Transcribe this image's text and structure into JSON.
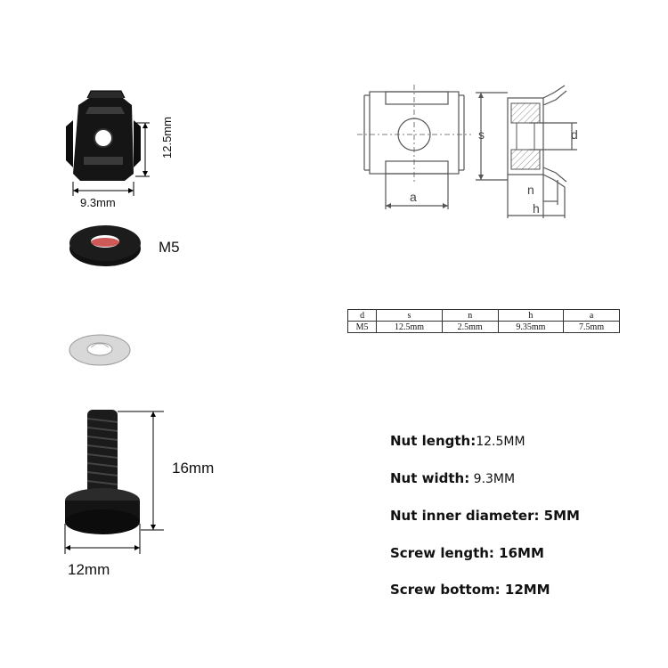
{
  "product_photos": {
    "cage_nut": {
      "width_label": "9.3mm",
      "height_label": "12.5mm",
      "icon": "cage-nut-photo"
    },
    "washer_label": "M5",
    "screw": {
      "length_label": "16mm",
      "bottom_label": "12mm"
    }
  },
  "drawing": {
    "front_view_labels": {
      "s": "s",
      "a": "a"
    },
    "side_view_labels": {
      "d": "d",
      "n": "n",
      "h": "h"
    }
  },
  "spec_table": {
    "headers": [
      "d",
      "s",
      "n",
      "h",
      "a"
    ],
    "row": [
      "M5",
      "12.5mm",
      "2.5mm",
      "9.35mm",
      "7.5mm"
    ]
  },
  "specs": [
    {
      "key": "Nut length:",
      "value": "12.5MM"
    },
    {
      "key": "Nut width:",
      "value": " 9.3MM"
    },
    {
      "key": "Nut inner diameter: 5MM",
      "value": ""
    },
    {
      "key": "Screw length: 16MM",
      "value": ""
    },
    {
      "key": "Screw bottom: 12MM",
      "value": ""
    }
  ],
  "colors": {
    "metal_dark": "#1a1a1a",
    "drawing_line": "#555555",
    "hatch": "#888888"
  }
}
